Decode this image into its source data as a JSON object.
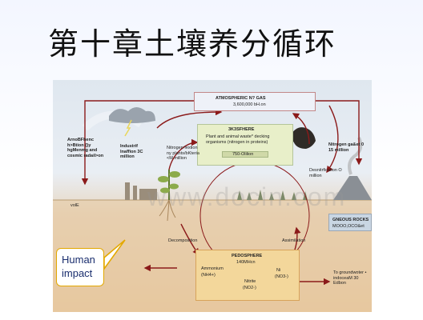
{
  "title": "第十章土壤养分循环",
  "diagram": {
    "atmosphere_label": "ATMOSPHERIC N? GAS",
    "atmosphere_value": "3,600,000 bH.on",
    "biosphere_label": "3K3SFHERE",
    "biosphere_desc": "Plant and animal waste* decking organisms (nitrogen in proteins)",
    "biosphere_value": "750-Olilion",
    "lightning_text": "ArnoBFhenc h>Btion {}y hgMenmg and cosmic radail>on",
    "industrial_text": "Industrif lnaffion 3C million",
    "fixation_text": "Nitrogen fextion ny plants/bKteria <M million",
    "nitrogen_gas_text": "Nitrogen ga&et 0 15 million",
    "denitrification_text": "Desnitrfication O million",
    "volcanic_text": "volE",
    "decomposition_label": "Decomposition",
    "assimilation_label": "Assimilation",
    "pedosphere_label": "PEDOSPHERE",
    "pedosphere_value": "140MHcn",
    "ammonium_label": "Ammonium",
    "ammonium_formula": "(NH4+)",
    "nitrite_label": "Nitrite",
    "nitrite_formula": "(NO2-)",
    "nitrate_label": "Ni",
    "nitrate_formula": "(NO3-)",
    "rocks_label": "GNEOUS ROCKS",
    "rocks_value": "MOOO,OCO&et",
    "groundwater_text": "To groundwoter • indoceaM 30 Edbon",
    "watermark": "www.docin.com",
    "callout_line1": "Human",
    "callout_line2": "impact"
  },
  "colors": {
    "arrow": "#8b1a1a",
    "callout_border": "#e3a800",
    "callout_text": "#1a2e6e"
  }
}
